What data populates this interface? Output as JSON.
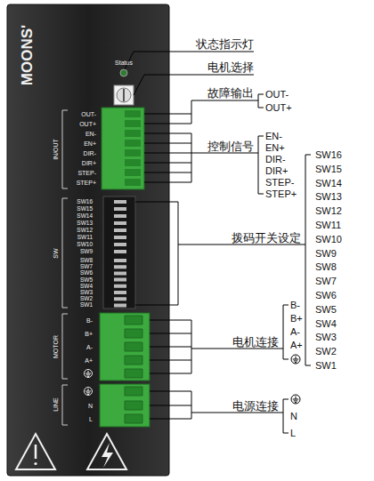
{
  "diagram": {
    "labels": [
      "MOONS'",
      "Status",
      "OUT-",
      "OUT+",
      "EN-",
      "EN+",
      "DIR-",
      "DIR+",
      "STEP-",
      "STEP+",
      "IN/OUT",
      "SW16",
      "SW15",
      "SW14",
      "SW13",
      "SW12",
      "SW11",
      "SW10",
      "SW9",
      "SW8",
      "SW7",
      "SW6",
      "SW5",
      "SW4",
      "SW3",
      "SW2",
      "SW1",
      "SW",
      "B-",
      "B+",
      "A-",
      "A+",
      "MOTOR",
      "N",
      "L",
      "LINE",
      "状态指示灯",
      "电机选择",
      "故障输出",
      "OUT-",
      "OUT+",
      "控制信号",
      "EN-",
      "EN+",
      "DIR-",
      "DIR+",
      "STEP-",
      "STEP+",
      "拨码开关设定",
      "SW16",
      "SW15",
      "SW14",
      "SW13",
      "SW12",
      "SW11",
      "SW10",
      "SW9",
      "SW8",
      "SW7",
      "SW6",
      "SW5",
      "SW4",
      "SW3",
      "SW2",
      "SW1",
      "电机连接",
      "B-",
      "B+",
      "A-",
      "A+",
      "电源连接",
      "N",
      "L"
    ]
  }
}
